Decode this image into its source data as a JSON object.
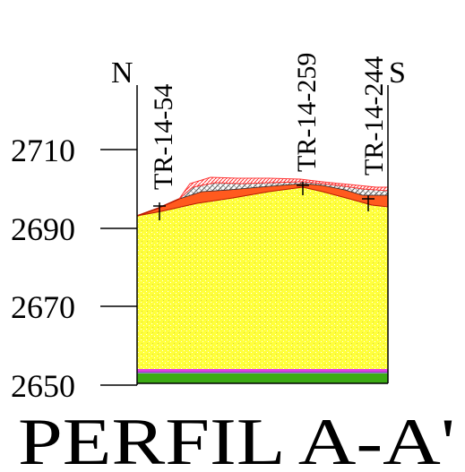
{
  "title": "PERFIL A-A'",
  "orientation": {
    "left": "N",
    "right": "S"
  },
  "elevation_axis": {
    "ticks": [
      "2710",
      "2690",
      "2670",
      "2650"
    ],
    "values": [
      2710,
      2690,
      2670,
      2650
    ]
  },
  "boreholes": [
    {
      "label": "TR-14-54",
      "surface_elevation": 2693
    },
    {
      "label": "TR-14-259",
      "surface_elevation": 2701
    },
    {
      "label": "TR-14-244",
      "surface_elevation": 2695
    }
  ],
  "layers": [
    {
      "name": "hatched-cover",
      "color": "#ff8080"
    },
    {
      "name": "gravel",
      "color": "#c8c8c8"
    },
    {
      "name": "red-soil",
      "color": "#ff5a1e"
    },
    {
      "name": "yellow-sand",
      "color": "#ffff3c"
    },
    {
      "name": "magenta-band",
      "color": "#e040e0"
    },
    {
      "name": "green-base",
      "color": "#3caa14"
    }
  ]
}
